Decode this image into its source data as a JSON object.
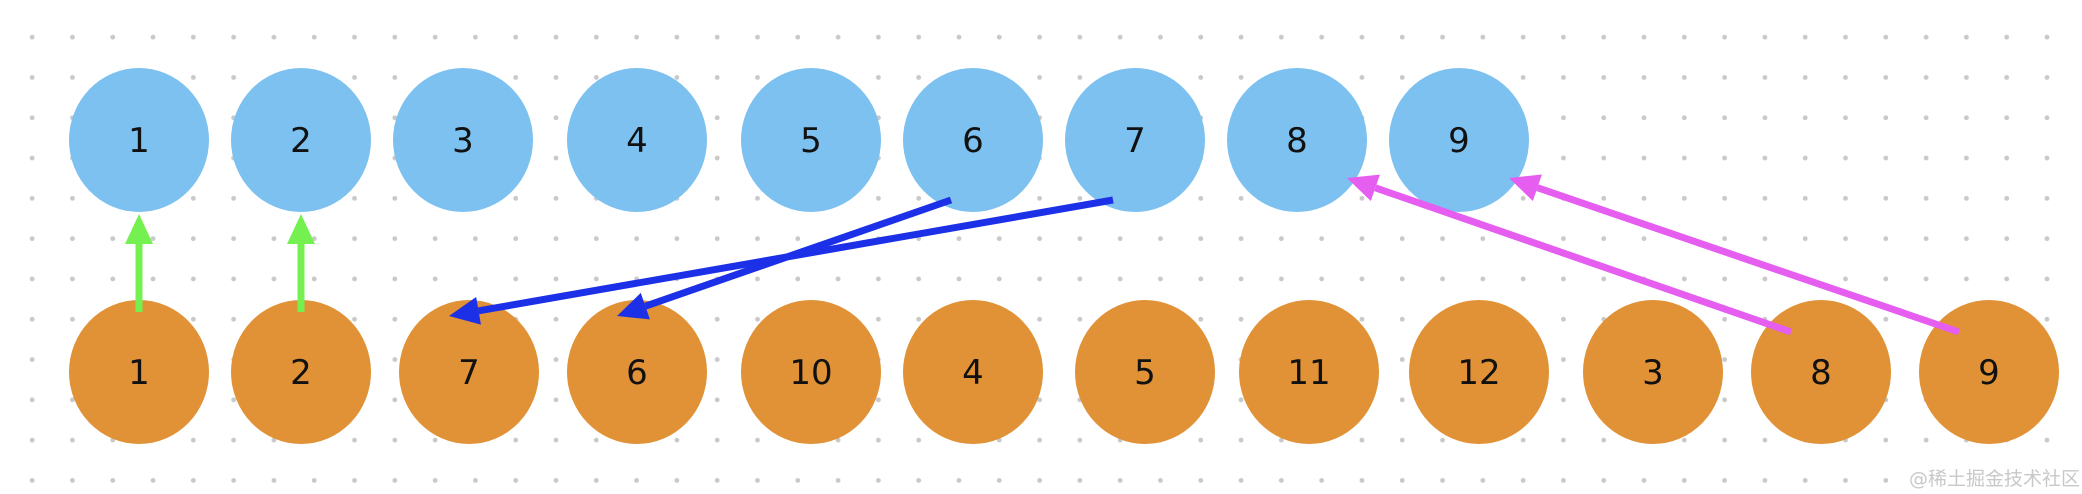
{
  "diagram": {
    "top_row": {
      "color": "#7cc1f0",
      "nodes": [
        "1",
        "2",
        "3",
        "4",
        "5",
        "6",
        "7",
        "8",
        "9"
      ]
    },
    "bottom_row": {
      "color": "#e19136",
      "nodes": [
        "1",
        "2",
        "7",
        "6",
        "10",
        "4",
        "5",
        "11",
        "12",
        "3",
        "8",
        "9"
      ]
    },
    "arrows": [
      {
        "from": "bottom:0",
        "to": "top:0",
        "color": "#74f150"
      },
      {
        "from": "bottom:1",
        "to": "top:1",
        "color": "#74f150"
      },
      {
        "from": "top:5",
        "to": "bottom:3",
        "color": "#1c30e8"
      },
      {
        "from": "top:6",
        "to": "bottom:2",
        "color": "#1c30e8"
      },
      {
        "from": "bottom:10",
        "to": "top:7",
        "color": "#e55ef0"
      },
      {
        "from": "bottom:11",
        "to": "top:8",
        "color": "#e55ef0"
      }
    ]
  },
  "watermark": "@稀土掘金技术社区"
}
